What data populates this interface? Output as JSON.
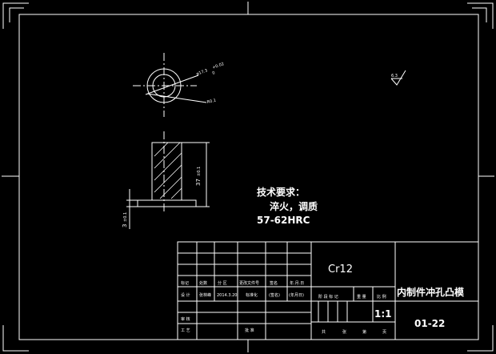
{
  "dimensions": {
    "diameter": "φ17.3",
    "diameter_tol_upper": "+0.02",
    "diameter_tol_lower": "0",
    "radius": "R0.1",
    "height": "37",
    "height_tol": "±0.1",
    "flange": "3",
    "flange_tol": "±0.1"
  },
  "surface_finish": "6.3",
  "tech_requirements": {
    "heading": "技术要求：",
    "line1": "淬火，调质",
    "line2": "57-62HRC"
  },
  "title_block": {
    "material": "Cr12",
    "part_name": "内制件冲孔凸模",
    "scale": "1:1",
    "drawing_no": "01-22",
    "rev_headers": [
      "标记",
      "处数",
      "分 区",
      "更改文件号",
      "签名",
      "年.月.日"
    ],
    "sign_row": [
      "设 计",
      "张林峰",
      "2014.3.20",
      "标准化",
      "(签名)",
      "(年月日)"
    ],
    "stage_headers": [
      "阶 段 标 记",
      "重 量",
      "比 例"
    ],
    "sheet_row": [
      "共",
      "张",
      "第",
      "页"
    ],
    "review_label": "审 核",
    "process_label": "工 艺",
    "approve_label": "批 准"
  }
}
